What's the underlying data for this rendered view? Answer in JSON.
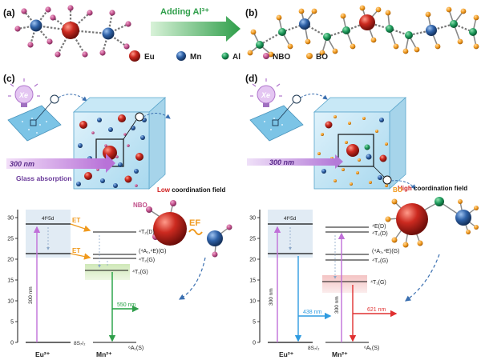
{
  "panels": {
    "a": "(a)",
    "b": "(b)",
    "c": "(c)",
    "d": "(d)"
  },
  "arrow_label": "Adding Al³⁺",
  "legend": [
    {
      "label": "Eu",
      "color": "#c8201e"
    },
    {
      "label": "Mn",
      "color": "#2f62a8"
    },
    {
      "label": "Al",
      "color": "#1d9a5b"
    },
    {
      "label": "NBO",
      "color": "#c0508a"
    },
    {
      "label": "BO",
      "color": "#f09a1e"
    }
  ],
  "xe": "Xe",
  "c": {
    "excitation": "300 nm",
    "absorption": "Glass absorption",
    "field_strength": "Low",
    "field_rest": " coordination field",
    "nbo": "NBO",
    "ef": "EF",
    "ylim": [
      0,
      30
    ],
    "yticks": [
      "0",
      "5",
      "10",
      "15",
      "20",
      "25",
      "30"
    ],
    "eu_levels": {
      "upper": "4f⁶5d",
      "ground": "8S₇/₂"
    },
    "mn_levels": [
      "⁴T₂(D)",
      "(⁴A₁,⁴E)(G)",
      "⁴T₂(G)",
      "⁴T₁(G)",
      "⁶A₁(S)"
    ],
    "et": "ET",
    "exc": "300 nm",
    "emission": "550 nm",
    "eu_label": "Eu²⁺",
    "mn_label": "Mn²⁺"
  },
  "d": {
    "excitation": "300 nm",
    "field_strength": "High",
    "field_rest": " coordination field",
    "bo": "BO",
    "ylim": [
      0,
      30
    ],
    "yticks": [
      "0",
      "5",
      "10",
      "15",
      "20",
      "25",
      "30"
    ],
    "eu_levels": {
      "upper": "4f⁶5d",
      "ground": "8S₇/₂"
    },
    "mn_levels": [
      "⁴E(D)",
      "⁴T₂(D)",
      "(⁴A₁,⁴E)(G)",
      "⁴T₂(G)",
      "⁴T₁(G)",
      "⁶A₁(S)"
    ],
    "exc1": "300 nm",
    "exc2": "300 nm",
    "eu_emission": "438 nm",
    "mn_emission": "621 nm",
    "eu_label": "Eu²⁺",
    "mn_label": "Mn²⁺"
  },
  "colors": {
    "eu": "#c8201e",
    "mn": "#2f62a8",
    "al": "#1d9a5b",
    "nbo": "#c0508a",
    "bo": "#f09a1e",
    "green_em": "#20a040",
    "red_em": "#e03030",
    "blue_em": "#2f9be0",
    "violet": "#c070d8"
  }
}
